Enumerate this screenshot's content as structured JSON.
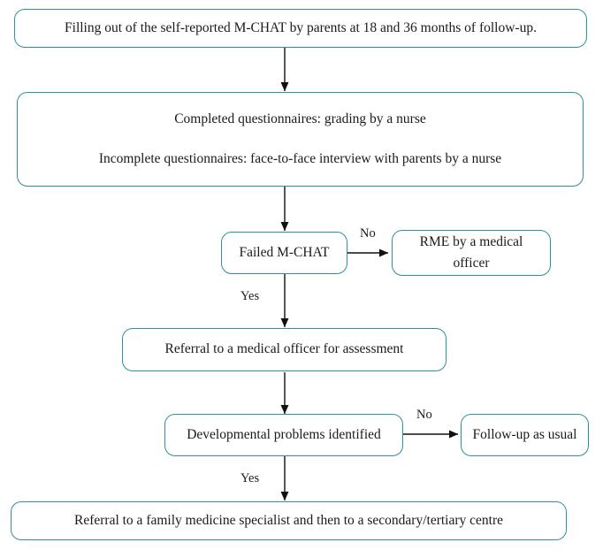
{
  "diagram": {
    "type": "flowchart",
    "accent_color": "#2f8f9d",
    "text_color": "#1a1a1a",
    "background": "#ffffff",
    "nodes": [
      {
        "id": "n1",
        "name": "mchat-filling-box",
        "lines": [
          "Filling out of the self-reported M-CHAT by parents at 18 and 36 months of follow-up."
        ]
      },
      {
        "id": "n2",
        "name": "questionnaire-grading-box",
        "lines": [
          "Completed questionnaires: grading by a nurse",
          "Incomplete questionnaires: face-to-face interview with parents by a nurse"
        ]
      },
      {
        "id": "n3",
        "name": "failed-mchat-decision",
        "lines": [
          "Failed M-CHAT"
        ]
      },
      {
        "id": "n4",
        "name": "rme-medical-officer-box",
        "lines": [
          "RME by a medical",
          "officer"
        ]
      },
      {
        "id": "n5",
        "name": "referral-medical-officer-box",
        "lines": [
          "Referral to a medical officer for assessment"
        ]
      },
      {
        "id": "n6",
        "name": "developmental-problems-decision",
        "lines": [
          "Developmental problems identified"
        ]
      },
      {
        "id": "n7",
        "name": "follow-up-as-usual-box",
        "lines": [
          "Follow-up as usual"
        ]
      },
      {
        "id": "n8",
        "name": "referral-family-medicine-box",
        "lines": [
          "Referral to a family medicine specialist and then to a secondary/tertiary centre"
        ]
      }
    ],
    "edge_labels": [
      {
        "id": "e1",
        "name": "edge-label-no-failed-mchat",
        "text": "No"
      },
      {
        "id": "e2",
        "name": "edge-label-yes-failed-mchat",
        "text": "Yes"
      },
      {
        "id": "e3",
        "name": "edge-label-no-developmental",
        "text": "No"
      },
      {
        "id": "e4",
        "name": "edge-label-yes-developmental",
        "text": "Yes"
      }
    ]
  }
}
